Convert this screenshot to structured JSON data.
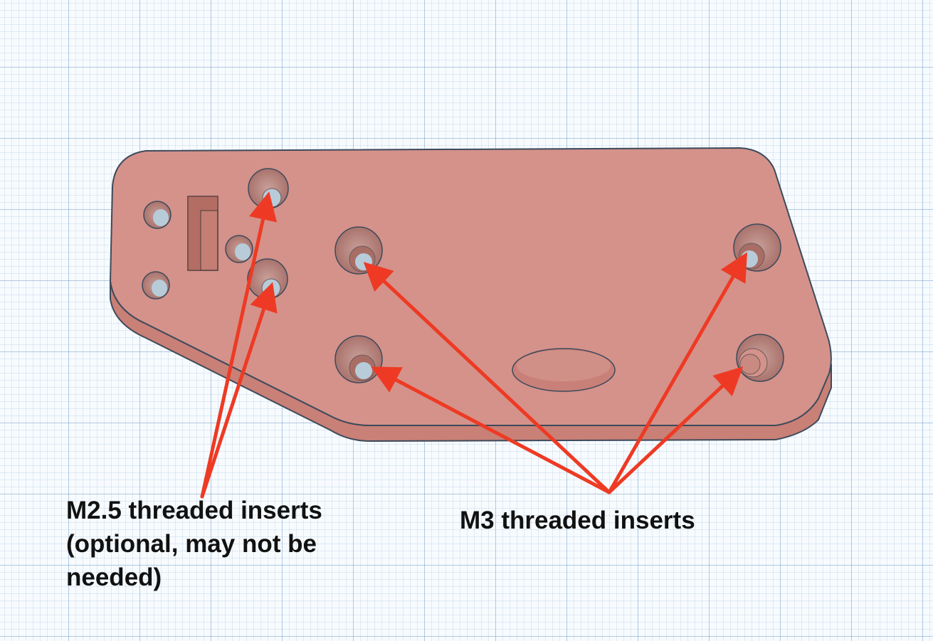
{
  "annotations": {
    "m25_lines": [
      "M2.5 threaded inserts",
      "(optional, may not be",
      "needed)"
    ],
    "m3_label": "M3 threaded inserts"
  },
  "colors": {
    "part_top": "#d4928a",
    "part_side": "#cf8579",
    "part_edge": "#3d4a5c",
    "arrow": "#ee3a24",
    "hole_floor": "#b8cbd9"
  }
}
